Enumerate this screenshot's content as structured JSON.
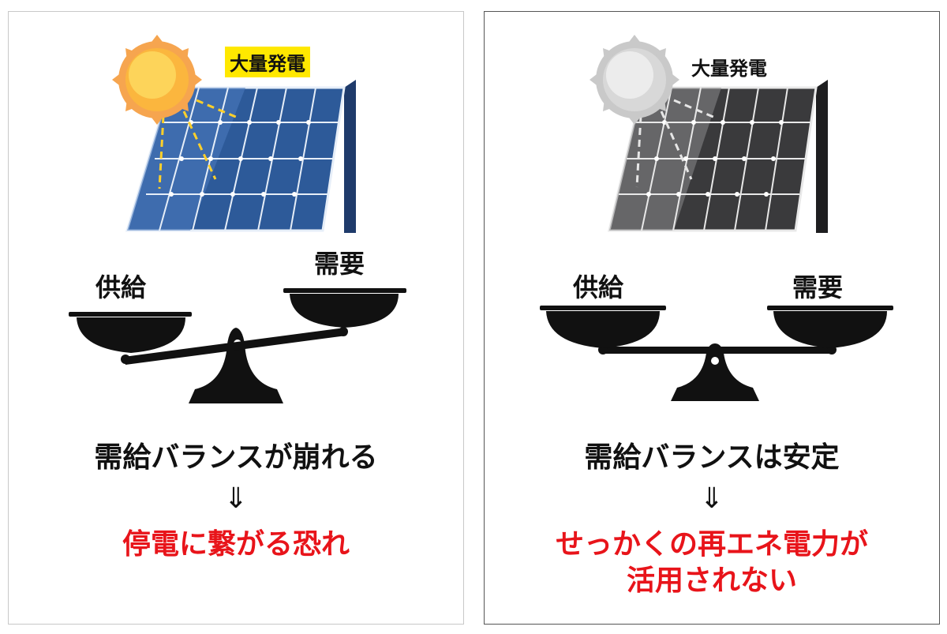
{
  "colors": {
    "accent_red": "#e8141a",
    "highlight_yellow": "#ffe800",
    "panel_blue": "#2d5a99",
    "panel_gray": "#3a3a3c"
  },
  "left": {
    "power_label": "大量発電",
    "supply_label": "供給",
    "demand_label": "需要",
    "headline": "需給バランスが崩れる",
    "arrow": "⇓",
    "result_line1": "停電に繋がる恐れ",
    "icons": [
      "sun-icon",
      "solar-panel-icon",
      "balance-scale-icon"
    ]
  },
  "right": {
    "power_label": "大量発電",
    "supply_label": "供給",
    "demand_label": "需要",
    "headline": "需給バランスは安定",
    "arrow": "⇓",
    "result_line1": "せっかくの再エネ電力が",
    "result_line2": "活用されない",
    "icons": [
      "sun-icon",
      "solar-panel-icon",
      "balance-scale-icon"
    ]
  }
}
